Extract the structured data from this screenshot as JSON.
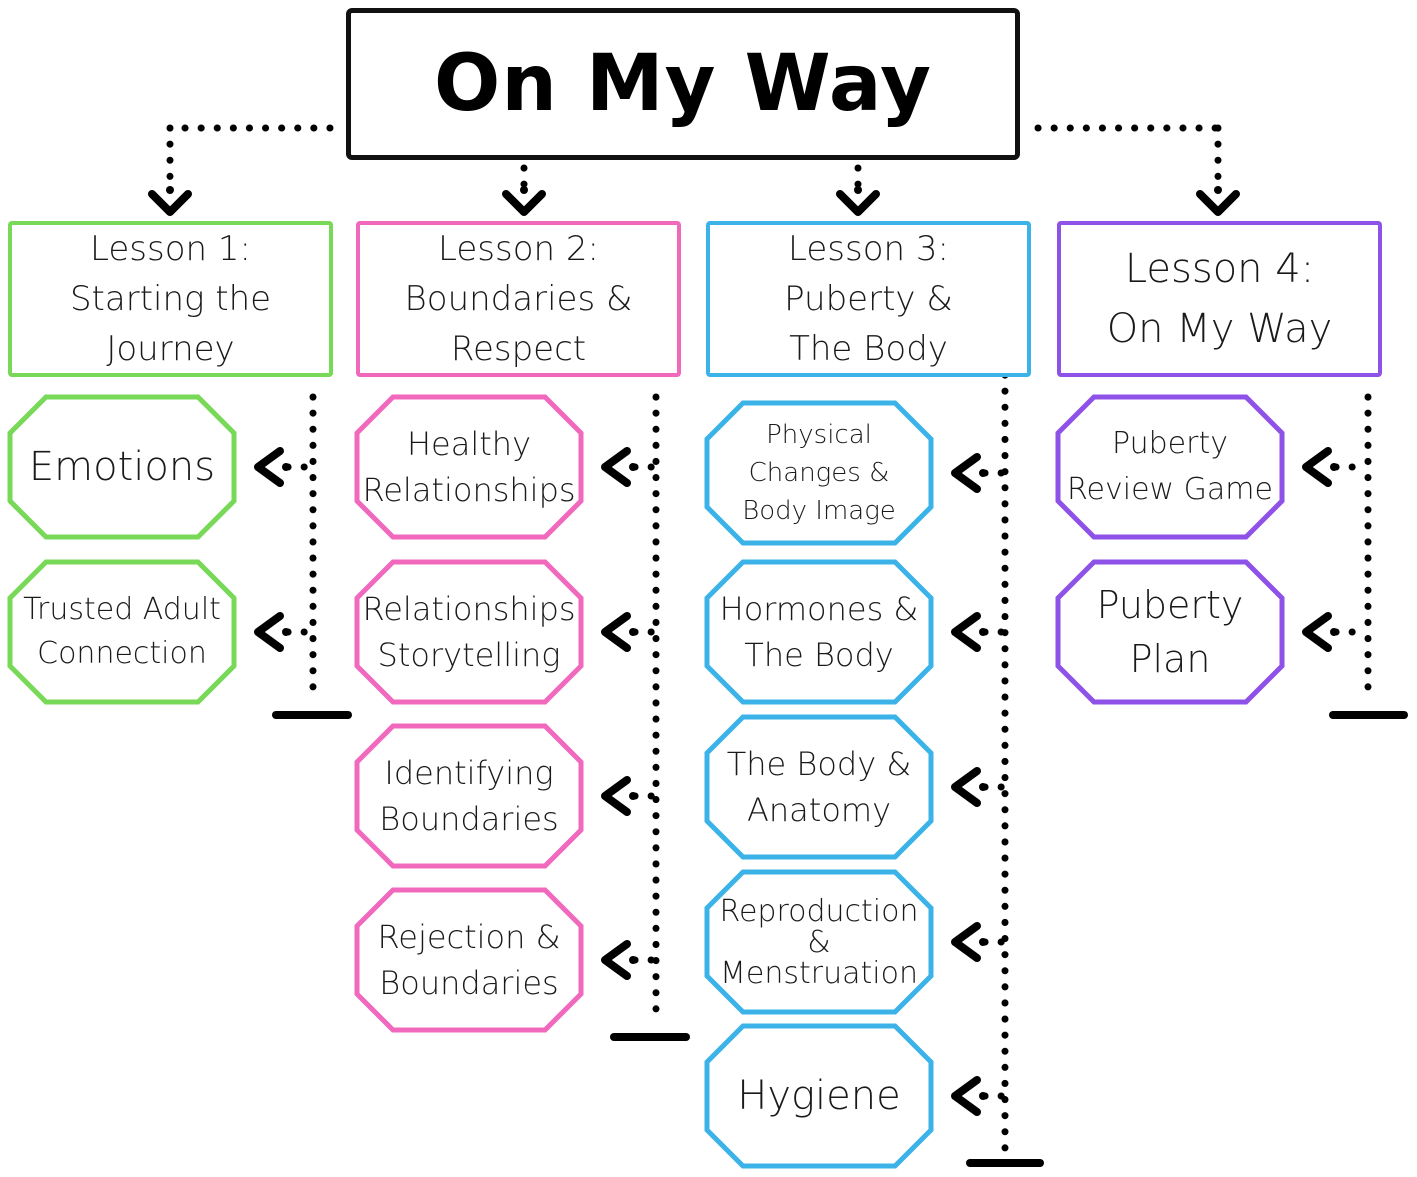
{
  "title": "On My Way",
  "colors": {
    "lesson1": "#77d957",
    "lesson2": "#f069bd",
    "lesson3": "#3cb3e8",
    "lesson4": "#8e52e8",
    "connector": "#000000"
  },
  "lessons": [
    {
      "title_lines": [
        "Lesson 1:",
        "Starting the",
        "Journey"
      ],
      "topics": [
        {
          "lines": [
            "Emotions"
          ]
        },
        {
          "lines": [
            "Trusted Adult",
            "Connection"
          ]
        }
      ]
    },
    {
      "title_lines": [
        "Lesson 2:",
        "Boundaries &",
        "Respect"
      ],
      "topics": [
        {
          "lines": [
            "Healthy",
            "Relationships"
          ]
        },
        {
          "lines": [
            "Relationships",
            "Storytelling"
          ]
        },
        {
          "lines": [
            "Identifying",
            "Boundaries"
          ]
        },
        {
          "lines": [
            "Rejection &",
            "Boundaries"
          ]
        }
      ]
    },
    {
      "title_lines": [
        "Lesson 3:",
        "Puberty &",
        "The Body"
      ],
      "topics": [
        {
          "lines": [
            "Physical",
            "Changes &",
            "Body Image"
          ]
        },
        {
          "lines": [
            "Hormones &",
            "The Body"
          ]
        },
        {
          "lines": [
            "The Body &",
            "Anatomy"
          ]
        },
        {
          "lines": [
            "Reproduction",
            "&",
            "Menstruation"
          ]
        },
        {
          "lines": [
            "Hygiene"
          ]
        }
      ]
    },
    {
      "title_lines": [
        "Lesson 4:",
        "On My Way"
      ],
      "topics": [
        {
          "lines": [
            "Puberty",
            "Review Game"
          ]
        },
        {
          "lines": [
            "Puberty",
            "Plan"
          ]
        }
      ]
    }
  ]
}
